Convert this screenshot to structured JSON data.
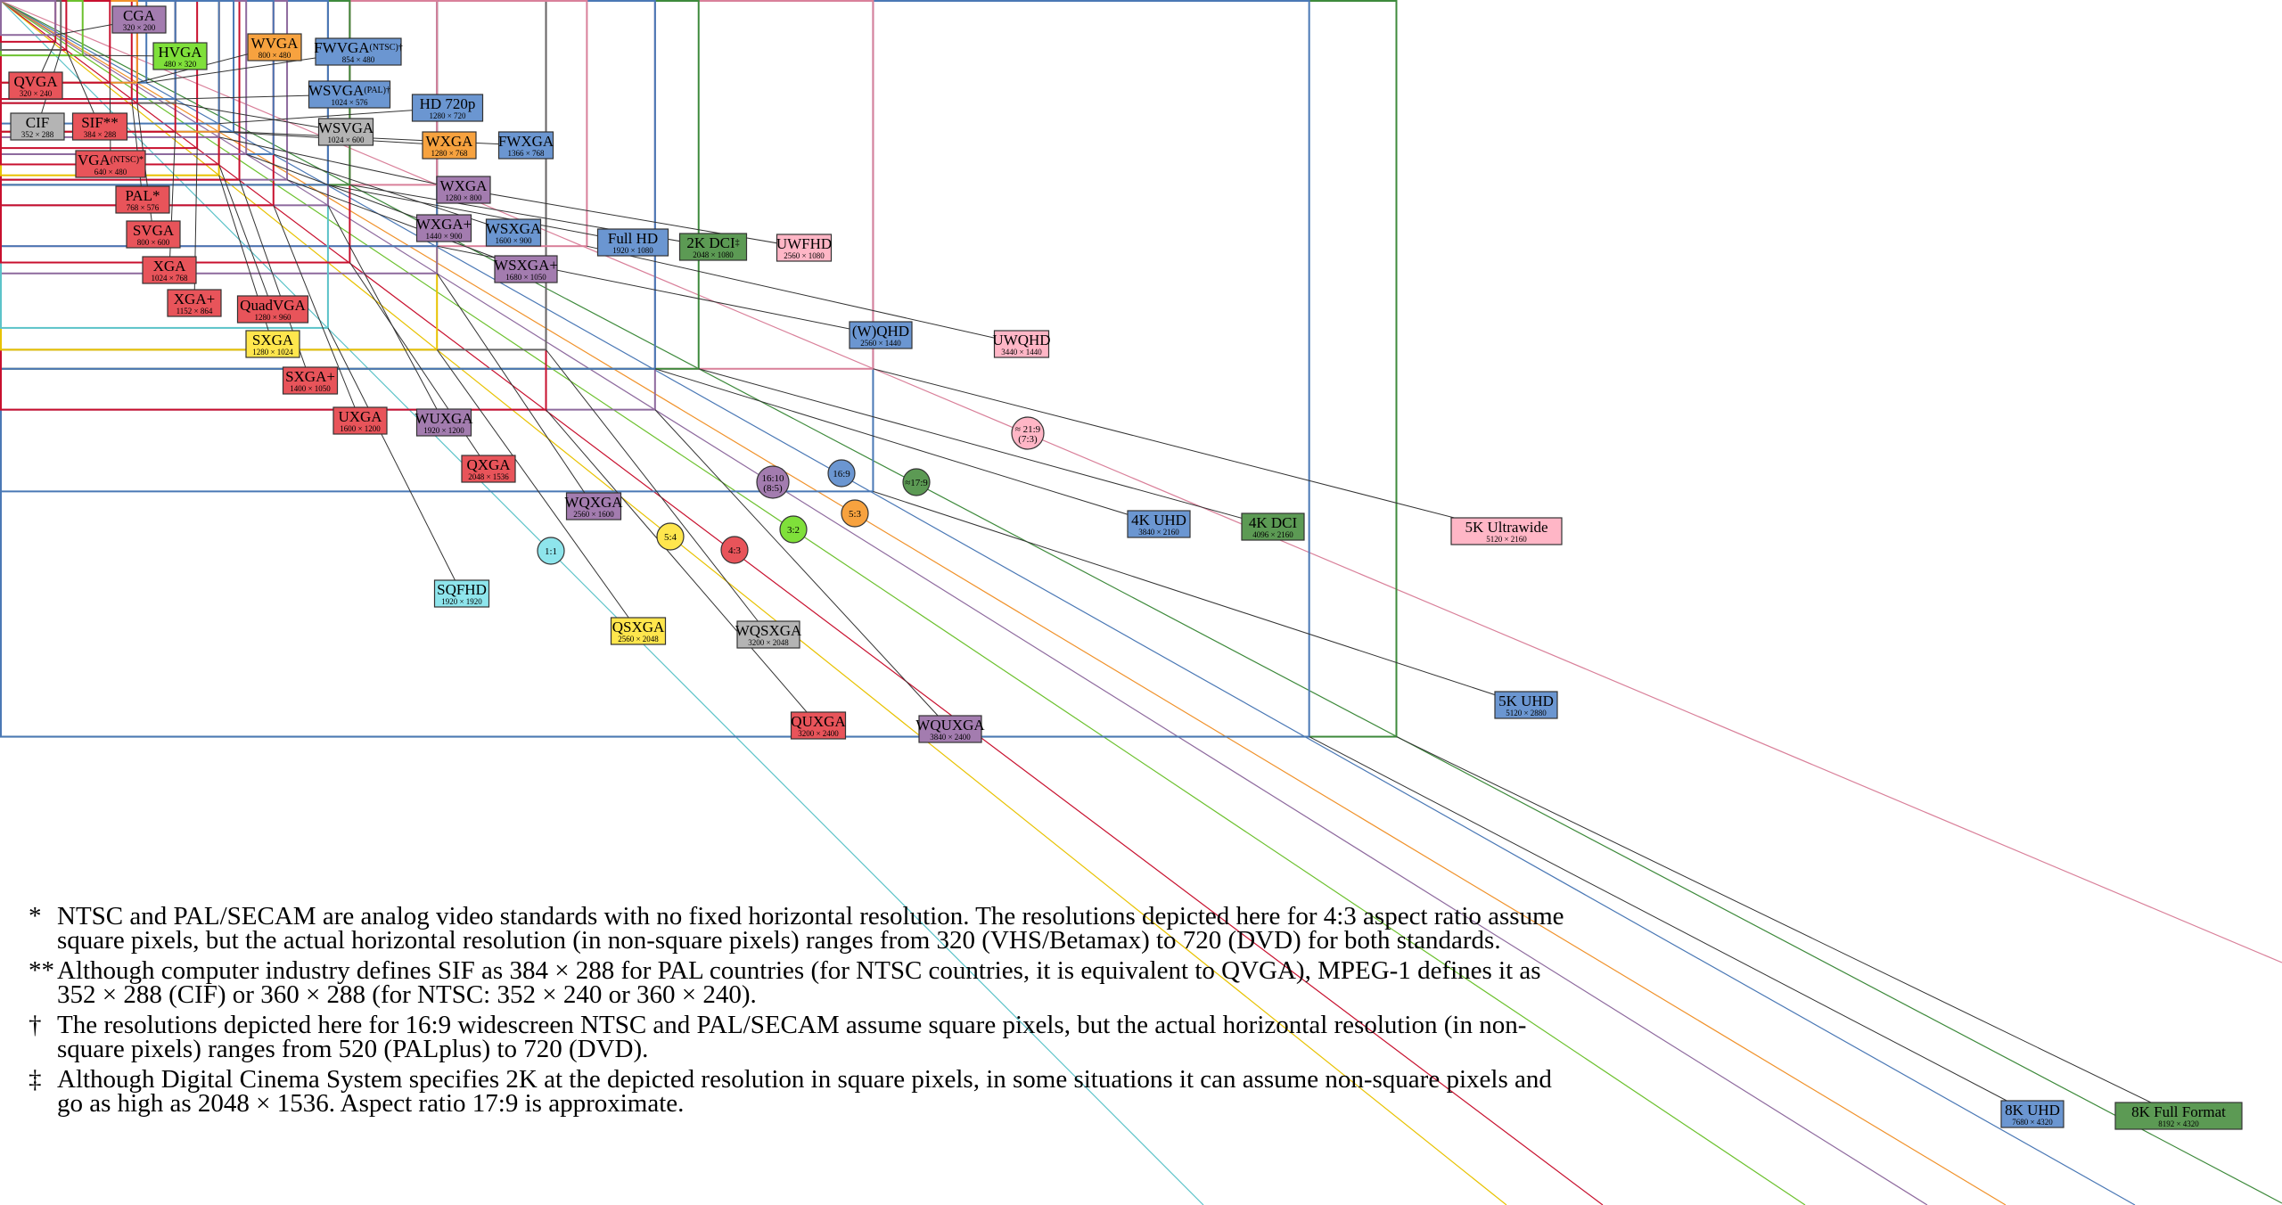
{
  "colors": {
    "4:3": "#c8102e",
    "16:9": "#4a78b5",
    "16:10": "#8e6a9e",
    "5:4": "#e8c200",
    "5:3": "#f0922b",
    "3:2": "#6cc12e",
    "1:1": "#5cc3c9",
    "17:9": "#3e8a3c",
    "21:9": "#d9809a",
    "other": "#666666"
  },
  "ratios": [
    {
      "label": "1:1",
      "sub": "",
      "fill": "#8ee5ec"
    },
    {
      "label": "5:4",
      "sub": "",
      "fill": "#ffe64d"
    },
    {
      "label": "4:3",
      "sub": "",
      "fill": "#e8545a"
    },
    {
      "label": "3:2",
      "sub": "",
      "fill": "#7fe03a"
    },
    {
      "label": "16:10",
      "sub": "(8:5)",
      "fill": "#a37caf"
    },
    {
      "label": "5:3",
      "sub": "",
      "fill": "#f7a23f"
    },
    {
      "label": "16:9",
      "sub": "",
      "fill": "#6b96d1"
    },
    {
      "label": "≈17:9",
      "sub": "",
      "fill": "#5c9a54"
    },
    {
      "label": "≈ 21:9",
      "sub": "(7:3)",
      "fill": "#ffb6c6"
    }
  ],
  "resolutions": [
    {
      "name": "CGA",
      "sup": "",
      "res": "320 × 200",
      "w": 320,
      "h": 200,
      "ratio": "16:10",
      "fill": "#a37caf"
    },
    {
      "name": "QVGA",
      "sup": "",
      "res": "320 × 240",
      "w": 320,
      "h": 240,
      "ratio": "4:3",
      "fill": "#e8545a"
    },
    {
      "name": "HVGA",
      "sup": "",
      "res": "480 × 320",
      "w": 480,
      "h": 320,
      "ratio": "3:2",
      "fill": "#7fe03a"
    },
    {
      "name": "CIF",
      "sup": "",
      "res": "352 × 288",
      "w": 352,
      "h": 288,
      "ratio": "other",
      "fill": "#b4b4b4"
    },
    {
      "name": "SIF**",
      "sup": "",
      "res": "384 × 288",
      "w": 384,
      "h": 288,
      "ratio": "4:3",
      "fill": "#e8545a"
    },
    {
      "name": "WVGA",
      "sup": "",
      "res": "800 × 480",
      "w": 800,
      "h": 480,
      "ratio": "5:3",
      "fill": "#f7a23f"
    },
    {
      "name": "FWVGA",
      "sup": "(NTSC)†",
      "res": "854 × 480",
      "w": 854,
      "h": 480,
      "ratio": "16:9",
      "fill": "#6b96d1"
    },
    {
      "name": "VGA",
      "sup": "(NTSC)*",
      "res": "640 × 480",
      "w": 640,
      "h": 480,
      "ratio": "4:3",
      "fill": "#e8545a"
    },
    {
      "name": "PAL*",
      "sup": "",
      "res": "768 × 576",
      "w": 768,
      "h": 576,
      "ratio": "4:3",
      "fill": "#e8545a"
    },
    {
      "name": "WSVGA",
      "sup": "(PAL)†",
      "res": "1024 × 576",
      "w": 1024,
      "h": 576,
      "ratio": "16:9",
      "fill": "#6b96d1"
    },
    {
      "name": "WSVGA",
      "sup": "",
      "res": "1024 × 600",
      "w": 1024,
      "h": 600,
      "ratio": "other",
      "fill": "#b4b4b4"
    },
    {
      "name": "SVGA",
      "sup": "",
      "res": "800 × 600",
      "w": 800,
      "h": 600,
      "ratio": "4:3",
      "fill": "#e8545a"
    },
    {
      "name": "HD 720p",
      "sup": "",
      "res": "1280 × 720",
      "w": 1280,
      "h": 720,
      "ratio": "16:9",
      "fill": "#6b96d1"
    },
    {
      "name": "WXGA",
      "sup": "",
      "res": "1280 × 768",
      "w": 1280,
      "h": 768,
      "ratio": "5:3",
      "fill": "#f7a23f"
    },
    {
      "name": "FWXGA",
      "sup": "",
      "res": "1366 × 768",
      "w": 1366,
      "h": 768,
      "ratio": "16:9",
      "fill": "#6b96d1"
    },
    {
      "name": "XGA",
      "sup": "",
      "res": "1024 × 768",
      "w": 1024,
      "h": 768,
      "ratio": "4:3",
      "fill": "#e8545a"
    },
    {
      "name": "WXGA",
      "sup": "",
      "res": "1280 × 800",
      "w": 1280,
      "h": 800,
      "ratio": "16:10",
      "fill": "#a37caf"
    },
    {
      "name": "XGA+",
      "sup": "",
      "res": "1152 × 864",
      "w": 1152,
      "h": 864,
      "ratio": "4:3",
      "fill": "#e8545a"
    },
    {
      "name": "WXGA+",
      "sup": "",
      "res": "1440 × 900",
      "w": 1440,
      "h": 900,
      "ratio": "16:10",
      "fill": "#a37caf"
    },
    {
      "name": "WSXGA",
      "sup": "",
      "res": "1600 × 900",
      "w": 1600,
      "h": 900,
      "ratio": "16:9",
      "fill": "#6b96d1"
    },
    {
      "name": "QuadVGA",
      "sup": "",
      "res": "1280 × 960",
      "w": 1280,
      "h": 960,
      "ratio": "4:3",
      "fill": "#e8545a"
    },
    {
      "name": "WSXGA+",
      "sup": "",
      "res": "1680 × 1050",
      "w": 1680,
      "h": 1050,
      "ratio": "16:10",
      "fill": "#a37caf"
    },
    {
      "name": "SXGA",
      "sup": "",
      "res": "1280 × 1024",
      "w": 1280,
      "h": 1024,
      "ratio": "5:4",
      "fill": "#ffe64d"
    },
    {
      "name": "Full HD",
      "sup": "",
      "res": "1920 × 1080",
      "w": 1920,
      "h": 1080,
      "ratio": "16:9",
      "fill": "#6b96d1"
    },
    {
      "name": "2K DCI",
      "sup": "‡",
      "res": "2048 × 1080",
      "w": 2048,
      "h": 1080,
      "ratio": "17:9",
      "fill": "#5c9a54"
    },
    {
      "name": "UWFHD",
      "sup": "",
      "res": "2560 × 1080",
      "w": 2560,
      "h": 1080,
      "ratio": "21:9",
      "fill": "#ffb6c6"
    },
    {
      "name": "SXGA+",
      "sup": "",
      "res": "1400 × 1050",
      "w": 1400,
      "h": 1050,
      "ratio": "4:3",
      "fill": "#e8545a"
    },
    {
      "name": "UXGA",
      "sup": "",
      "res": "1600 × 1200",
      "w": 1600,
      "h": 1200,
      "ratio": "4:3",
      "fill": "#e8545a"
    },
    {
      "name": "WUXGA",
      "sup": "",
      "res": "1920 × 1200",
      "w": 1920,
      "h": 1200,
      "ratio": "16:10",
      "fill": "#a37caf"
    },
    {
      "name": "(W)QHD",
      "sup": "",
      "res": "2560 × 1440",
      "w": 2560,
      "h": 1440,
      "ratio": "16:9",
      "fill": "#6b96d1"
    },
    {
      "name": "UWQHD",
      "sup": "",
      "res": "3440 × 1440",
      "w": 3440,
      "h": 1440,
      "ratio": "21:9",
      "fill": "#ffb6c6"
    },
    {
      "name": "QXGA",
      "sup": "",
      "res": "2048 × 1536",
      "w": 2048,
      "h": 1536,
      "ratio": "4:3",
      "fill": "#e8545a"
    },
    {
      "name": "WQXGA",
      "sup": "",
      "res": "2560 × 1600",
      "w": 2560,
      "h": 1600,
      "ratio": "16:10",
      "fill": "#a37caf"
    },
    {
      "name": "SQFHD",
      "sup": "",
      "res": "1920 × 1920",
      "w": 1920,
      "h": 1920,
      "ratio": "1:1",
      "fill": "#8ee5ec"
    },
    {
      "name": "QSXGA",
      "sup": "",
      "res": "2560 × 2048",
      "w": 2560,
      "h": 2048,
      "ratio": "5:4",
      "fill": "#ffe64d"
    },
    {
      "name": "WQSXGA",
      "sup": "",
      "res": "3200 × 2048",
      "w": 3200,
      "h": 2048,
      "ratio": "other",
      "fill": "#b4b4b4"
    },
    {
      "name": "4K UHD",
      "sup": "",
      "res": "3840 × 2160",
      "w": 3840,
      "h": 2160,
      "ratio": "16:9",
      "fill": "#6b96d1"
    },
    {
      "name": "4K DCI",
      "sup": "",
      "res": "4096 × 2160",
      "w": 4096,
      "h": 2160,
      "ratio": "17:9",
      "fill": "#5c9a54"
    },
    {
      "name": "5K Ultrawide",
      "sup": "",
      "res": "5120 × 2160",
      "w": 5120,
      "h": 2160,
      "ratio": "21:9",
      "fill": "#ffb6c6"
    },
    {
      "name": "QUXGA",
      "sup": "",
      "res": "3200 × 2400",
      "w": 3200,
      "h": 2400,
      "ratio": "4:3",
      "fill": "#e8545a"
    },
    {
      "name": "WQUXGA",
      "sup": "",
      "res": "3840 × 2400",
      "w": 3840,
      "h": 2400,
      "ratio": "16:10",
      "fill": "#a37caf"
    },
    {
      "name": "5K UHD",
      "sup": "",
      "res": "5120 × 2880",
      "w": 5120,
      "h": 2880,
      "ratio": "16:9",
      "fill": "#6b96d1"
    },
    {
      "name": "8K UHD",
      "sup": "",
      "res": "7680 × 4320",
      "w": 7680,
      "h": 4320,
      "ratio": "16:9",
      "fill": "#6b96d1"
    },
    {
      "name": "8K Full Format",
      "sup": "",
      "res": "8192 × 4320",
      "w": 8192,
      "h": 4320,
      "ratio": "17:9",
      "fill": "#5c9a54"
    }
  ],
  "notes": [
    {
      "mark": "*",
      "text": "NTSC and PAL/SECAM are analog video standards with no fixed horizontal resolution. The resolutions depicted here for 4:3 aspect ratio assume square pixels, but the actual horizontal resolution (in non-square pixels) ranges from 320 (VHS/Betamax) to 720 (DVD) for both standards."
    },
    {
      "mark": "**",
      "text": "Although computer industry defines SIF as 384 × 288 for PAL countries (for NTSC countries, it is equivalent to QVGA), MPEG-1 defines it as 352 × 288 (CIF) or 360 × 288 (for NTSC: 352 × 240 or 360 × 240)."
    },
    {
      "mark": "†",
      "text": "The resolutions depicted here for 16:9 widescreen NTSC and PAL/SECAM assume square pixels, but the actual horizontal resolution (in non-square pixels) ranges from 520 (PALplus) to 720 (DVD)."
    },
    {
      "mark": "‡",
      "text": "Although Digital Cinema System specifies 2K at the depicted resolution in square pixels, in some situations it can assume non-square pixels and go as high as 2048 × 1536. Aspect ratio 17:9 is approximate."
    }
  ]
}
